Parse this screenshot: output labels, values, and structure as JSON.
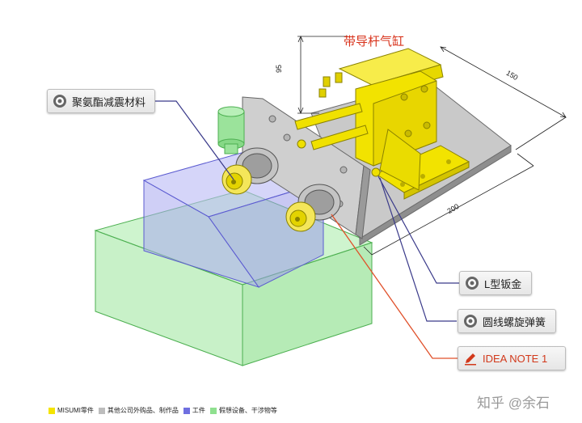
{
  "title_label": "带导杆气缸",
  "dimensions": {
    "height": "95",
    "depth": "150",
    "width": "200"
  },
  "callouts": {
    "urethane": "聚氨酯减震材料",
    "sheet_metal": "L型钣金",
    "spring": "圆线螺旋弹簧",
    "idea_note": "IDEA NOTE 1"
  },
  "legend": [
    {
      "label": "MISUMI零件",
      "color": "#f5e400"
    },
    {
      "label": "其他公司外购品、制作品",
      "color": "#bdbdbd"
    },
    {
      "label": "工件",
      "color": "#6f6fe0"
    },
    {
      "label": "假想设备、干涉物等",
      "color": "#8fe08f"
    }
  ],
  "watermark": "知乎 @余石",
  "colors": {
    "misumi_yellow": "#f2e200",
    "workpiece": "#9a9af0",
    "virtual": "#8fe38f",
    "callout_line": "#3a3a8a",
    "idea_line": "#e0502a"
  }
}
